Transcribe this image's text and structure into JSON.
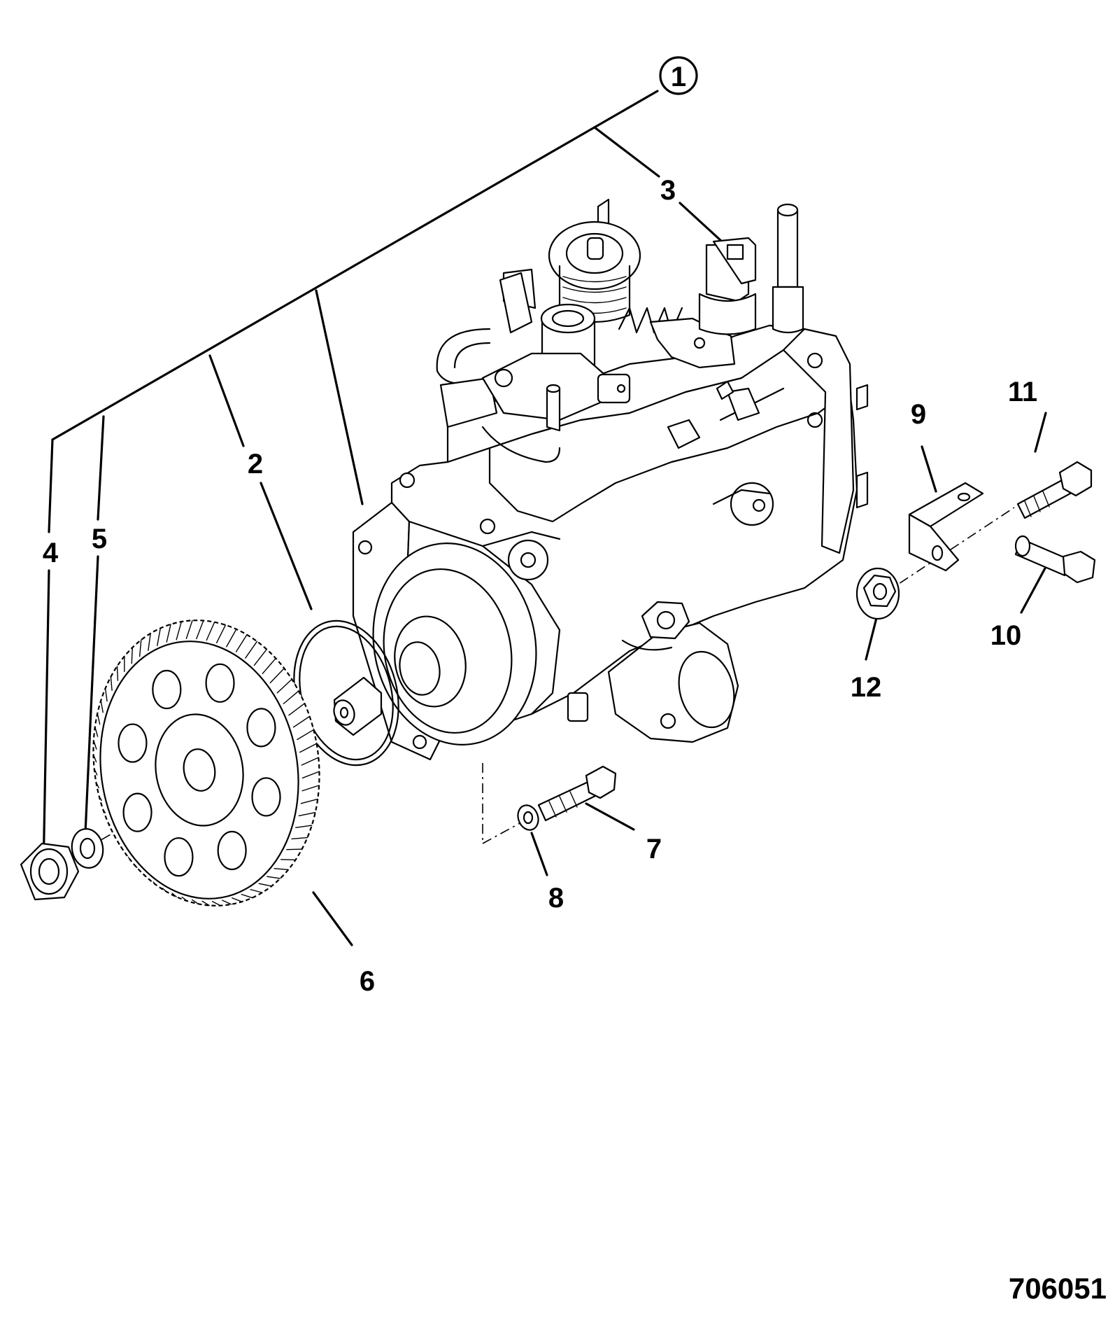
{
  "figure_number": "706051",
  "callouts": {
    "c1": "1",
    "c2": "2",
    "c3": "3",
    "c4": "4",
    "c5": "5",
    "c6": "6",
    "c7": "7",
    "c8": "8",
    "c9": "9",
    "c10": "10",
    "c11": "11",
    "c12": "12"
  }
}
